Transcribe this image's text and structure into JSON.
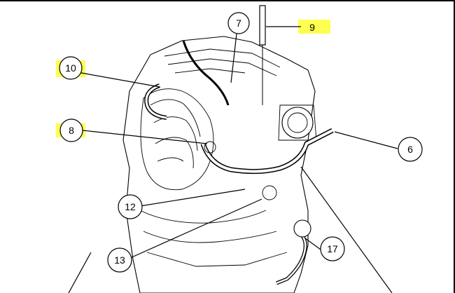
{
  "callouts": [
    {
      "id": "c10",
      "label": "10",
      "highlighted": true
    },
    {
      "id": "c7",
      "label": "7",
      "highlighted": false
    },
    {
      "id": "c9",
      "label": "9",
      "highlighted": true
    },
    {
      "id": "c8",
      "label": "8",
      "highlighted": true
    },
    {
      "id": "c6",
      "label": "6",
      "highlighted": false
    },
    {
      "id": "c12",
      "label": "12",
      "highlighted": false
    },
    {
      "id": "c13",
      "label": "13",
      "highlighted": false
    },
    {
      "id": "c17",
      "label": "17",
      "highlighted": false
    }
  ],
  "colors": {
    "highlight": "#ffff33",
    "line": "#000000",
    "background": "#ffffff"
  }
}
